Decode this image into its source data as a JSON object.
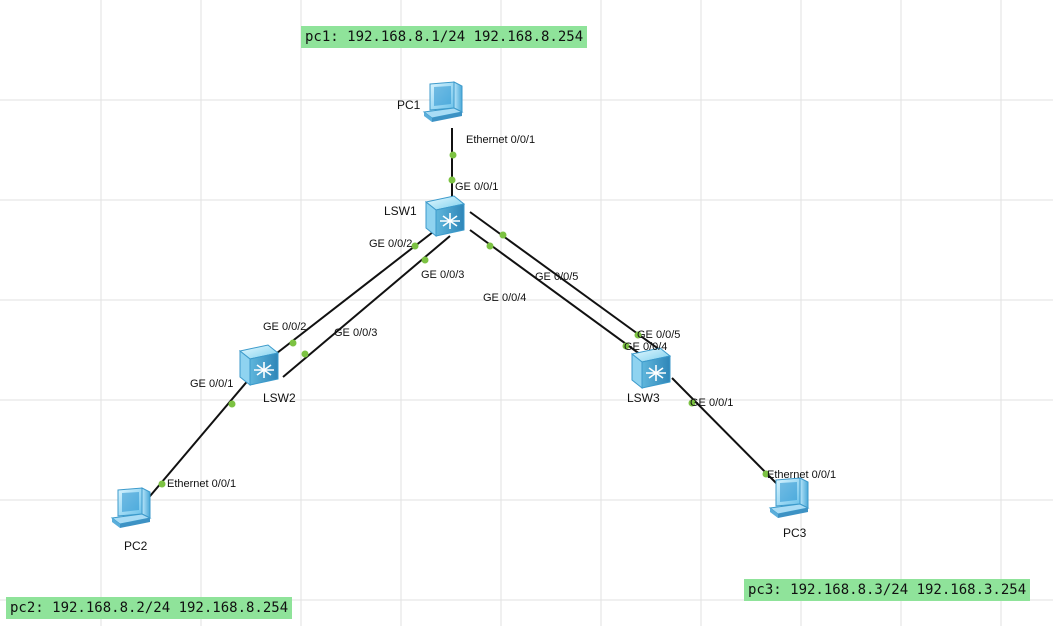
{
  "notes": {
    "pc1": "pc1: 192.168.8.1/24 192.168.8.254",
    "pc2": "pc2: 192.168.8.2/24 192.168.8.254",
    "pc3": "pc3: 192.168.8.3/24 192.168.3.254"
  },
  "devices": {
    "pc1": "PC1",
    "pc2": "PC2",
    "pc3": "PC3",
    "lsw1": "LSW1",
    "lsw2": "LSW2",
    "lsw3": "LSW3"
  },
  "ports": {
    "pc1_eth": "Ethernet 0/0/1",
    "lsw1_ge1": "GE 0/0/1",
    "lsw1_ge2": "GE 0/0/2",
    "lsw1_ge3": "GE 0/0/3",
    "lsw1_ge4": "GE 0/0/4",
    "lsw1_ge5": "GE 0/0/5",
    "lsw2_ge2": "GE 0/0/2",
    "lsw2_ge3": "GE 0/0/3",
    "lsw2_ge1": "GE 0/0/1",
    "pc2_eth": "Ethernet 0/0/1",
    "lsw3_ge5": "GE 0/0/5",
    "lsw3_ge4": "GE 0/0/4",
    "lsw3_ge1": "GE 0/0/1",
    "pc3_eth": "Ethernet 0/0/1"
  },
  "colors": {
    "note_bg": "#8fe39a",
    "port_dot": "#7cc242",
    "link": "#111111",
    "grid": "#e2e2e2"
  }
}
